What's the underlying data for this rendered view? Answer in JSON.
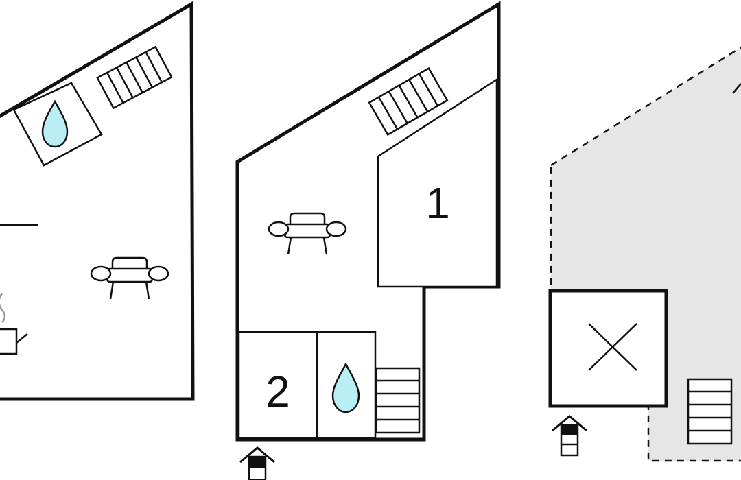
{
  "diagram": {
    "type": "floor-plan",
    "colors": {
      "wall": "#111111",
      "background": "#ffffff",
      "water": "#b8eef4",
      "outdoor_fill": "#e6e6e6"
    },
    "rooms": [
      {
        "id": "bedroom-1",
        "label": "1"
      },
      {
        "id": "bedroom-2",
        "label": "2"
      }
    ],
    "icons": [
      "water-drop-icon",
      "sofa-icon",
      "stairs-icon",
      "entrance-icon",
      "stove-icon",
      "void-cross-icon"
    ]
  }
}
